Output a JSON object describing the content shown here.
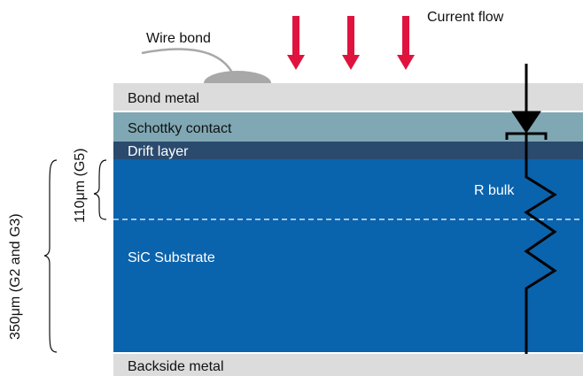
{
  "labels": {
    "current_flow": "Current flow",
    "wire_bond": "Wire bond",
    "bond_metal": "Bond metal",
    "schottky_contact": "Schottky contact",
    "drift_layer": "Drift layer",
    "r_bulk": "R bulk",
    "sic_substrate": "SiC Substrate",
    "backside_metal": "Backside metal",
    "thickness_g5": "110μm (G5)",
    "thickness_g2_g3": "350μm (G2 and G3)"
  },
  "colors": {
    "metal": "#dcdcdc",
    "schottky": "#7fa8b4",
    "drift": "#2a4a6e",
    "substrate": "#0a63ad",
    "current_arrow": "#e0133f",
    "wire": "#a8a8a8",
    "circuit": "#000000",
    "dashed": "#ffffff"
  }
}
